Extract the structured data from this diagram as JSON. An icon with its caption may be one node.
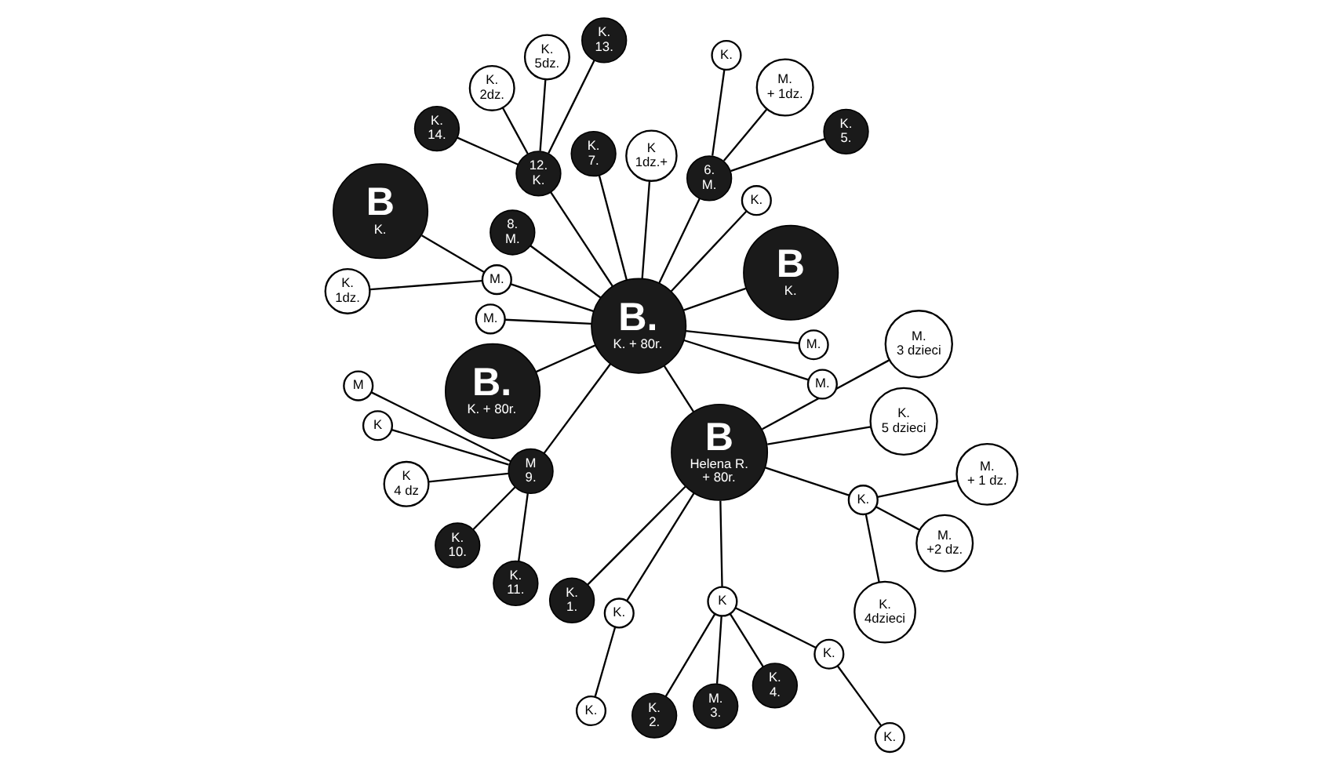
{
  "diagram": {
    "nodes": [
      {
        "text": [
          "B",
          "Helena R.",
          "+ 80r."
        ]
      },
      {
        "text": [
          "K.",
          "1."
        ]
      },
      {
        "text": [
          "K."
        ]
      },
      {
        "text": [
          "K."
        ]
      },
      {
        "text": [
          "K"
        ]
      },
      {
        "text": [
          "K.",
          "2."
        ]
      },
      {
        "text": [
          "M.",
          "3."
        ]
      },
      {
        "text": [
          "K.",
          "4."
        ]
      },
      {
        "text": [
          "K."
        ]
      },
      {
        "text": [
          "K."
        ]
      },
      {
        "text": [
          "K."
        ]
      },
      {
        "text": [
          "K.",
          "4dzieci"
        ]
      },
      {
        "text": [
          "M.",
          "+2 dz."
        ]
      },
      {
        "text": [
          "M.",
          "+ 1 dz."
        ]
      },
      {
        "text": [
          "K.",
          "5 dzieci"
        ]
      },
      {
        "text": [
          "M.",
          "3 dzieci"
        ]
      },
      {
        "text": [
          "B.",
          "K. + 80r."
        ]
      },
      {
        "text": [
          "M."
        ]
      },
      {
        "text": [
          "M."
        ]
      },
      {
        "text": [
          "B",
          "K."
        ]
      },
      {
        "text": [
          "K."
        ]
      },
      {
        "text": [
          "6.",
          "M."
        ]
      },
      {
        "text": [
          "K.",
          "5."
        ]
      },
      {
        "text": [
          "M.",
          "+ 1dz."
        ]
      },
      {
        "text": [
          "K."
        ]
      },
      {
        "text": [
          "K",
          "1dz.+"
        ]
      },
      {
        "text": [
          "K.",
          "7."
        ]
      },
      {
        "text": [
          "12.",
          "K."
        ]
      },
      {
        "text": [
          "K.",
          "13."
        ]
      },
      {
        "text": [
          "K.",
          "5dz."
        ]
      },
      {
        "text": [
          "K.",
          "2dz."
        ]
      },
      {
        "text": [
          "K.",
          "14."
        ]
      },
      {
        "text": [
          "8.",
          "M."
        ]
      },
      {
        "text": [
          "M."
        ]
      },
      {
        "text": [
          "B",
          "K."
        ]
      },
      {
        "text": [
          "K.",
          "1dz."
        ]
      },
      {
        "text": [
          "M."
        ]
      },
      {
        "text": [
          "B.",
          "K. + 80r."
        ]
      },
      {
        "text": [
          "M",
          "9."
        ]
      },
      {
        "text": [
          "M"
        ]
      },
      {
        "text": [
          "K"
        ]
      },
      {
        "text": [
          "K",
          "4 dz"
        ]
      },
      {
        "text": [
          "K.",
          "10."
        ]
      },
      {
        "text": [
          "K.",
          "11."
        ]
      }
    ],
    "edges": [
      {
        "from": 0,
        "to": 1,
        "arrow": "none"
      },
      {
        "from": 0,
        "to": 2,
        "arrow": "none"
      },
      {
        "from": 2,
        "to": 3,
        "arrow": "none"
      },
      {
        "from": 0,
        "to": 4,
        "arrow": "none"
      },
      {
        "from": 4,
        "to": 5,
        "arrow": "none"
      },
      {
        "from": 4,
        "to": 6,
        "arrow": "none"
      },
      {
        "from": 4,
        "to": 7,
        "arrow": "none"
      },
      {
        "from": 4,
        "to": 8,
        "arrow": "none"
      },
      {
        "from": 8,
        "to": 9,
        "arrow": "none"
      },
      {
        "from": 0,
        "to": 10,
        "arrow": "none"
      },
      {
        "from": 10,
        "to": 11,
        "arrow": "none"
      },
      {
        "from": 10,
        "to": 12,
        "arrow": "none"
      },
      {
        "from": 10,
        "to": 13,
        "arrow": "none"
      },
      {
        "from": 0,
        "to": 14,
        "arrow": "none"
      },
      {
        "from": 0,
        "to": 15,
        "arrow": "none"
      },
      {
        "from": 0,
        "to": 16,
        "arrow": "none"
      },
      {
        "from": 16,
        "to": 17,
        "arrow": "none"
      },
      {
        "from": 16,
        "to": 18,
        "arrow": "none"
      },
      {
        "from": 16,
        "to": 19,
        "arrow": "none"
      },
      {
        "from": 16,
        "to": 20,
        "arrow": "none"
      },
      {
        "from": 16,
        "to": 21,
        "arrow": "none"
      },
      {
        "from": 21,
        "to": 22,
        "arrow": "none"
      },
      {
        "from": 21,
        "to": 23,
        "arrow": "none"
      },
      {
        "from": 21,
        "to": 24,
        "arrow": "none"
      },
      {
        "from": 16,
        "to": 25,
        "arrow": "none"
      },
      {
        "from": 16,
        "to": 26,
        "arrow": "none"
      },
      {
        "from": 16,
        "to": 27,
        "arrow": "none"
      },
      {
        "from": 27,
        "to": 28,
        "arrow": "none"
      },
      {
        "from": 27,
        "to": 29,
        "arrow": "none"
      },
      {
        "from": 27,
        "to": 30,
        "arrow": "none"
      },
      {
        "from": 27,
        "to": 31,
        "arrow": "none"
      },
      {
        "from": 16,
        "to": 32,
        "arrow": "none"
      },
      {
        "from": 16,
        "to": 33,
        "arrow": "none"
      },
      {
        "from": 33,
        "to": 34,
        "arrow": "none"
      },
      {
        "from": 33,
        "to": 35,
        "arrow": "none"
      },
      {
        "from": 16,
        "to": 36,
        "arrow": "none"
      },
      {
        "from": 16,
        "to": 37,
        "arrow": "none"
      },
      {
        "from": 16,
        "to": 38,
        "arrow": "none"
      },
      {
        "from": 38,
        "to": 39,
        "arrow": "none"
      },
      {
        "from": 38,
        "to": 40,
        "arrow": "none"
      },
      {
        "from": 38,
        "to": 41,
        "arrow": "none"
      },
      {
        "from": 38,
        "to": 42,
        "arrow": "none"
      },
      {
        "from": 38,
        "to": 43,
        "arrow": "none"
      }
    ]
  }
}
